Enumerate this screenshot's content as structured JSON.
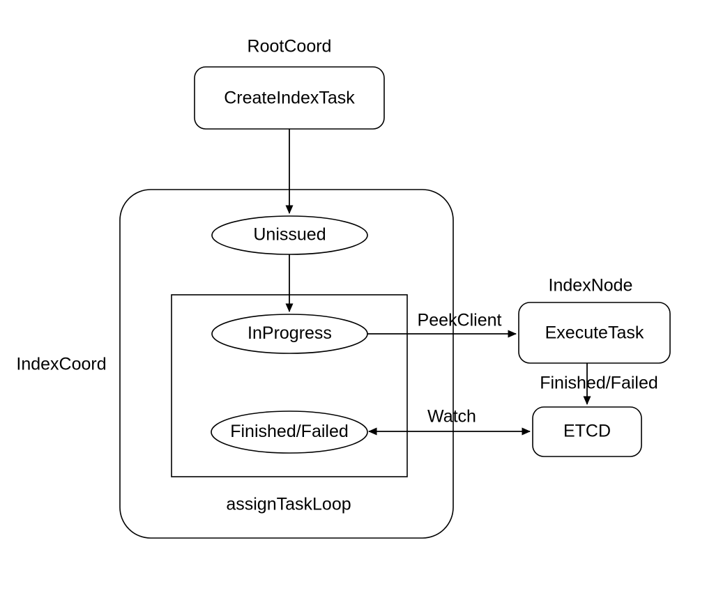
{
  "diagram": {
    "title_visible": false,
    "background_color": "#ffffff",
    "stroke_color": "#000000",
    "text_color": "#000000"
  },
  "groups": {
    "root_coord": {
      "label": "RootCoord"
    },
    "index_coord": {
      "label": "IndexCoord"
    },
    "assign_task_loop": {
      "label": "assignTaskLoop"
    },
    "index_node": {
      "label": "IndexNode"
    }
  },
  "nodes": {
    "create_index_task": {
      "label": "CreateIndexTask",
      "shape": "rounded-rect"
    },
    "unissued": {
      "label": "Unissued",
      "shape": "ellipse"
    },
    "in_progress": {
      "label": "InProgress",
      "shape": "ellipse"
    },
    "finished_failed": {
      "label": "Finished/Failed",
      "shape": "ellipse"
    },
    "execute_task": {
      "label": "ExecuteTask",
      "shape": "rounded-rect"
    },
    "etcd": {
      "label": "ETCD",
      "shape": "rounded-rect"
    }
  },
  "edges": {
    "create_to_unissued": {
      "label": "",
      "from": "CreateIndexTask",
      "to": "Unissued",
      "direction": "down"
    },
    "unissued_to_inprogress": {
      "label": "",
      "from": "Unissued",
      "to": "InProgress",
      "direction": "down"
    },
    "inprogress_to_execute": {
      "label": "PeekClient",
      "from": "InProgress",
      "to": "ExecuteTask",
      "direction": "right"
    },
    "execute_to_etcd": {
      "label": "Finished/Failed",
      "from": "ExecuteTask",
      "to": "ETCD",
      "direction": "down"
    },
    "etcd_to_finished": {
      "label": "Watch",
      "from": "ETCD",
      "to": "Finished/Failed",
      "direction": "both"
    }
  }
}
